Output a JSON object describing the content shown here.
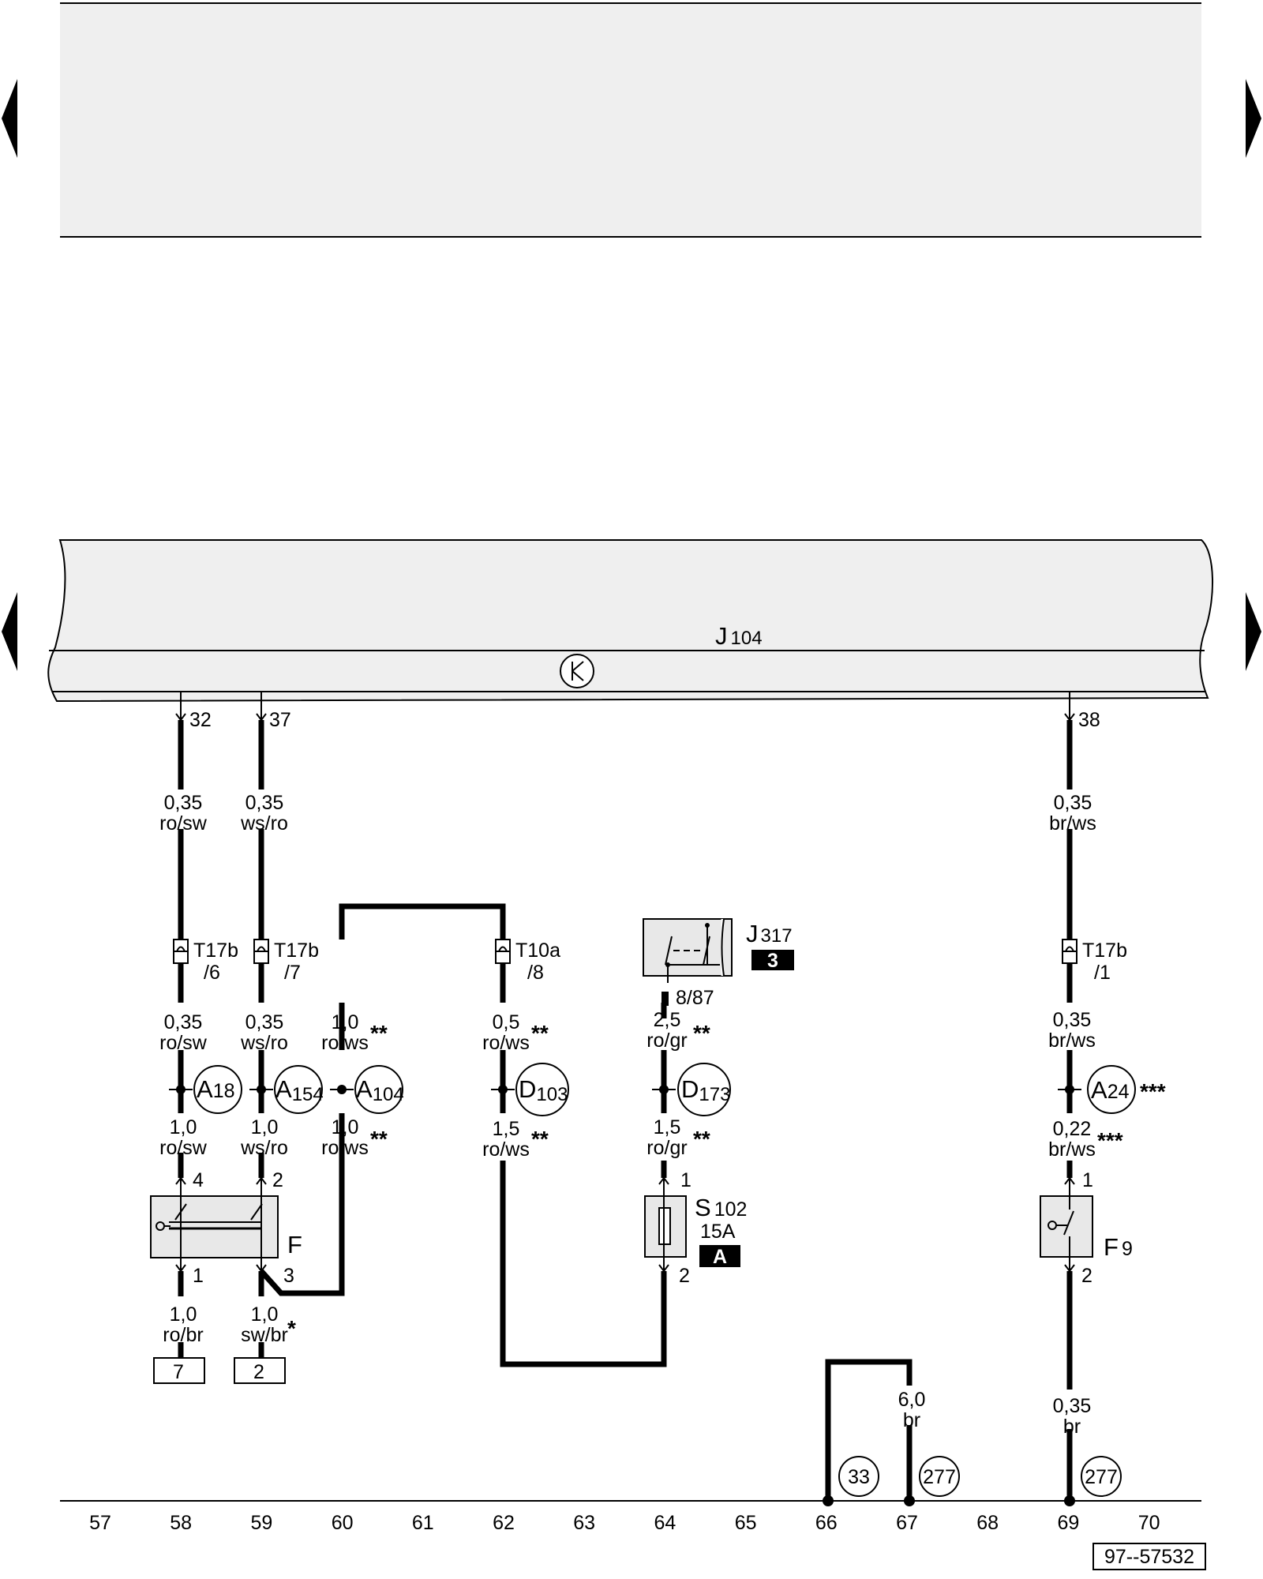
{
  "control_unit": {
    "name": "J",
    "sub": "104",
    "symbol": "K"
  },
  "relay": {
    "name": "J",
    "sub": "317",
    "badge": "3",
    "pin": "8/87"
  },
  "fuse": {
    "name": "S",
    "sub": "102",
    "rating": "15A",
    "badge": "A"
  },
  "switch_f": {
    "name": "F"
  },
  "switch_f9": {
    "name": "F",
    "sub": "9"
  },
  "pins": {
    "p32": "32",
    "p37": "37",
    "p38": "38",
    "f4": "4",
    "f2": "2",
    "f1": "1",
    "f3": "3",
    "s1": "1",
    "s2": "2",
    "f9_1": "1",
    "f9_2": "2"
  },
  "wires": {
    "w58a": {
      "size": "0,35",
      "color": "ro/sw"
    },
    "w59a": {
      "size": "0,35",
      "color": "ws/ro"
    },
    "w69a": {
      "size": "0,35",
      "color": "br/ws"
    },
    "w58b": {
      "size": "0,35",
      "color": "ro/sw"
    },
    "w59b": {
      "size": "0,35",
      "color": "ws/ro"
    },
    "w60b": {
      "size": "1,0",
      "color": "ro/ws",
      "note": "**"
    },
    "w62b": {
      "size": "0,5",
      "color": "ro/ws",
      "note": "**"
    },
    "w64b": {
      "size": "2,5",
      "color": "ro/gr",
      "note": "**"
    },
    "w69b": {
      "size": "0,35",
      "color": "br/ws"
    },
    "w58c": {
      "size": "1,0",
      "color": "ro/sw"
    },
    "w59c": {
      "size": "1,0",
      "color": "ws/ro"
    },
    "w60c": {
      "size": "1,0",
      "color": "ro/ws",
      "note": "**"
    },
    "w62c": {
      "size": "1,5",
      "color": "ro/ws",
      "note": "**"
    },
    "w64c": {
      "size": "1,5",
      "color": "ro/gr",
      "note": "**"
    },
    "w69c": {
      "size": "0,22",
      "color": "br/ws",
      "note": "***"
    },
    "w58d": {
      "size": "1,0",
      "color": "ro/br"
    },
    "w59d": {
      "size": "1,0",
      "color": "sw/br",
      "note": "*"
    },
    "w67": {
      "size": "6,0",
      "color": "br"
    },
    "w69d": {
      "size": "0,35",
      "color": "br"
    }
  },
  "connectors": {
    "c58": {
      "name": "T17b",
      "pin": "/6"
    },
    "c59": {
      "name": "T17b",
      "pin": "/7"
    },
    "c62": {
      "name": "T10a",
      "pin": "/8"
    },
    "c69": {
      "name": "T17b",
      "pin": "/1"
    }
  },
  "splices": {
    "a18": {
      "letter": "A",
      "num": "18"
    },
    "a154": {
      "letter": "A",
      "num": "154"
    },
    "a104": {
      "letter": "A",
      "num": "104"
    },
    "d103": {
      "letter": "D",
      "num": "103"
    },
    "d173": {
      "letter": "D",
      "num": "173"
    },
    "a24": {
      "letter": "A",
      "num": "24",
      "note": "***"
    }
  },
  "refboxes": {
    "r58": "7",
    "r59": "2"
  },
  "grounds": {
    "g66": "33",
    "g67": "277",
    "g69": "277"
  },
  "columns": [
    "57",
    "58",
    "59",
    "60",
    "61",
    "62",
    "63",
    "64",
    "65",
    "66",
    "67",
    "68",
    "69",
    "70"
  ],
  "diagram_id": "97--57532"
}
